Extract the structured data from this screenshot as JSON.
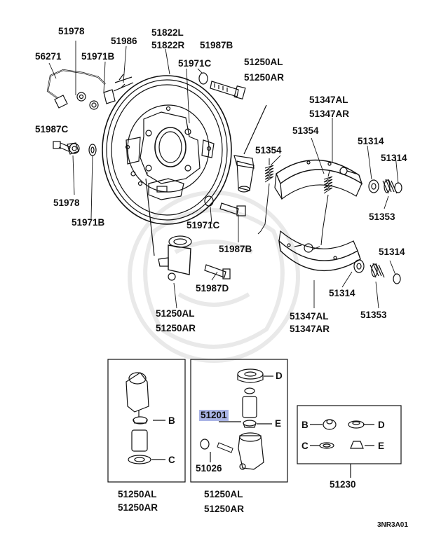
{
  "diagram": {
    "highlight_color": "#aab4e6",
    "diagram_code": "3NR3A01",
    "labels": {
      "p51978_top": "51978",
      "p51986": "51986",
      "p51822L": "51822L",
      "p51822R": "51822R",
      "p56271": "56271",
      "p51971B_top": "51971B",
      "p51987B_top": "51987B",
      "p51971C_top": "51971C",
      "p51250AL_top": "51250AL",
      "p51250AR_top": "51250AR",
      "p51347AL_top": "51347AL",
      "p51347AR_top": "51347AR",
      "p51987C": "51987C",
      "p51354_a": "51354",
      "p51354_b": "51354",
      "p51314_a": "51314",
      "p51314_b": "51314",
      "p51978_bot": "51978",
      "p51971B_bot": "51971B",
      "p51353_a": "51353",
      "p51971C_bot": "51971C",
      "p51987B_bot": "51987B",
      "p51314_c": "51314",
      "p51314_d": "51314",
      "p51353_b": "51353",
      "p51987D": "51987D",
      "p51250AL_mid": "51250AL",
      "p51250AR_mid": "51250AR",
      "p51347AL_bot": "51347AL",
      "p51347AR_bot": "51347AR",
      "box1_B": "B",
      "box1_C": "C",
      "box2_D": "D",
      "box2_E": "E",
      "p51201": "51201",
      "p51026": "51026",
      "kit_B": "B",
      "kit_D": "D",
      "kit_C": "C",
      "kit_E": "E",
      "p51230": "51230",
      "box1_AL": "51250AL",
      "box1_AR": "51250AR",
      "box2_AL": "51250AL",
      "box2_AR": "51250AR"
    }
  }
}
